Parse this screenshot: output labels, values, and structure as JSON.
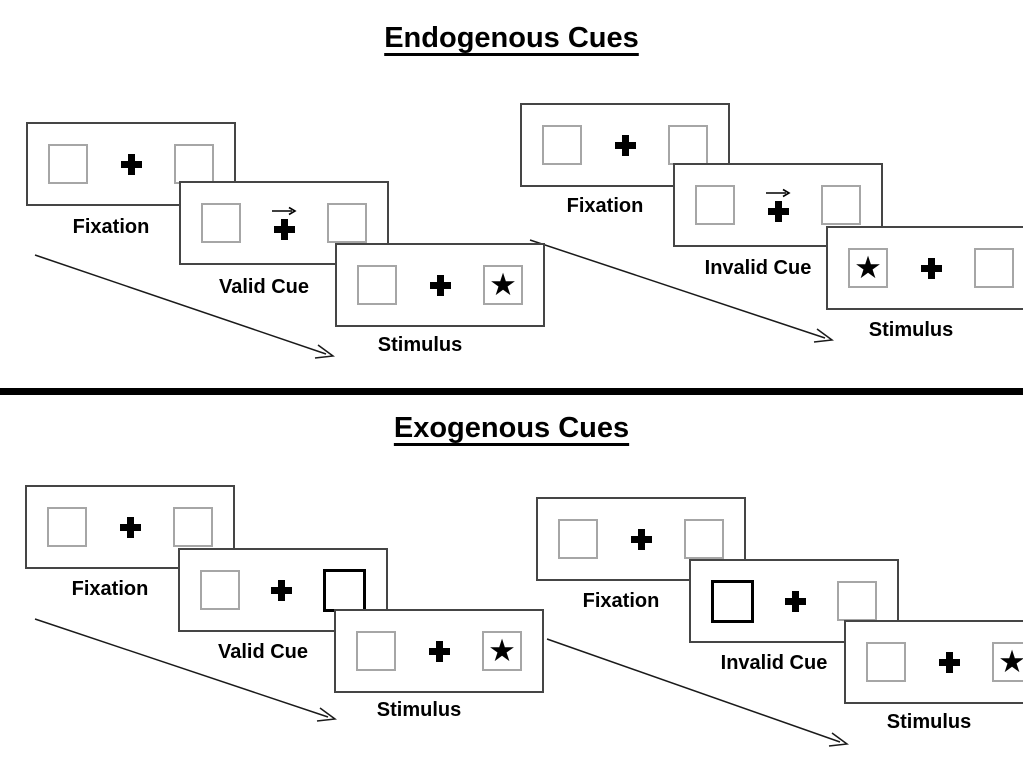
{
  "sections": [
    {
      "id": "endogenous",
      "title": "Endogenous Cues",
      "sequences": [
        {
          "id": "valid",
          "panels": [
            {
              "label": "Fixation",
              "left_box": "plain",
              "right_box": "plain"
            },
            {
              "label": "Valid Cue",
              "left_box": "plain",
              "right_box": "plain",
              "cue_arrow": "right"
            },
            {
              "label": "Stimulus",
              "left_box": "plain",
              "right_box": "star"
            }
          ]
        },
        {
          "id": "invalid",
          "panels": [
            {
              "label": "Fixation",
              "left_box": "plain",
              "right_box": "plain"
            },
            {
              "label": "Invalid Cue",
              "left_box": "plain",
              "right_box": "plain",
              "cue_arrow": "right"
            },
            {
              "label": "Stimulus",
              "left_box": "star",
              "right_box": "plain"
            }
          ]
        }
      ]
    },
    {
      "id": "exogenous",
      "title": "Exogenous Cues",
      "sequences": [
        {
          "id": "valid",
          "panels": [
            {
              "label": "Fixation",
              "left_box": "plain",
              "right_box": "plain"
            },
            {
              "label": "Valid Cue",
              "left_box": "plain",
              "right_box": "bold"
            },
            {
              "label": "Stimulus",
              "left_box": "plain",
              "right_box": "star"
            }
          ]
        },
        {
          "id": "invalid",
          "panels": [
            {
              "label": "Fixation",
              "left_box": "plain",
              "right_box": "plain"
            },
            {
              "label": "Invalid Cue",
              "left_box": "bold",
              "right_box": "plain"
            },
            {
              "label": "Stimulus",
              "left_box": "plain",
              "right_box": "star"
            }
          ]
        }
      ]
    }
  ],
  "glyphs": {
    "star": "★"
  },
  "colors": {
    "panel_border": "#454545",
    "box_border": "#a6a6a6",
    "ink": "#000000"
  }
}
